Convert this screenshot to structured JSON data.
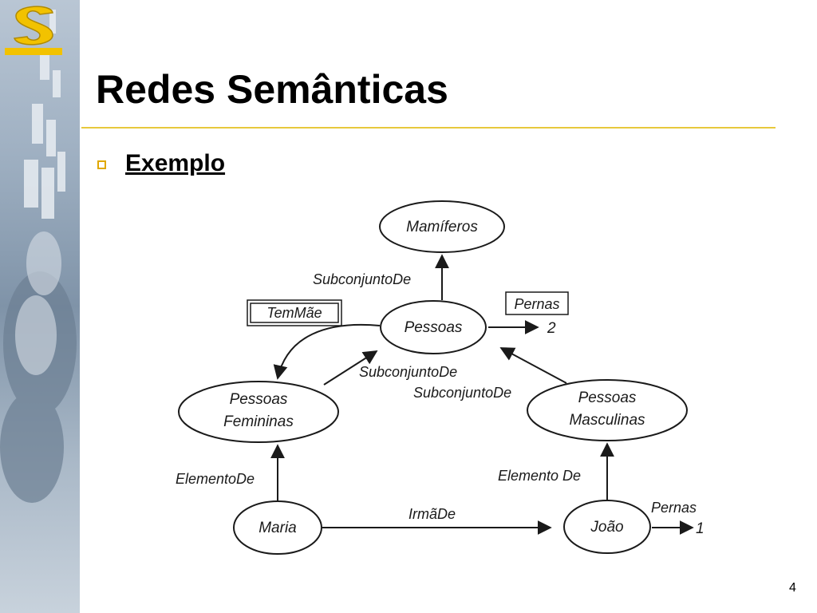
{
  "slide": {
    "title": "Redes Semânticas",
    "bullet": "Exemplo",
    "page_number": "4"
  },
  "colors": {
    "title_rule": "#e8c93c",
    "bullet_border": "#e0a800",
    "logo_yellow": "#f2c200"
  },
  "network": {
    "nodes": {
      "mamiferos": "Mamíferos",
      "pessoas": "Pessoas",
      "pessoas_femininas_1": "Pessoas",
      "pessoas_femininas_2": "Femininas",
      "pessoas_masculinas_1": "Pessoas",
      "pessoas_masculinas_2": "Masculinas",
      "maria": "Maria",
      "joao": "João"
    },
    "edges": {
      "pessoas_mamiferos": "SubconjuntoDe",
      "femininas_pessoas": "SubconjuntoDe",
      "masculinas_pessoas": "SubconjuntoDe",
      "maria_femininas": "ElementoDe",
      "joao_masculinas": "Elemento De",
      "maria_joao": "IrmãDe",
      "pessoas_femininas_temmae": "TemMãe"
    },
    "attributes": {
      "pessoas_pernas_label": "Pernas",
      "pessoas_pernas_value": "2",
      "joao_pernas_label": "Pernas",
      "joao_pernas_value": "1"
    }
  }
}
